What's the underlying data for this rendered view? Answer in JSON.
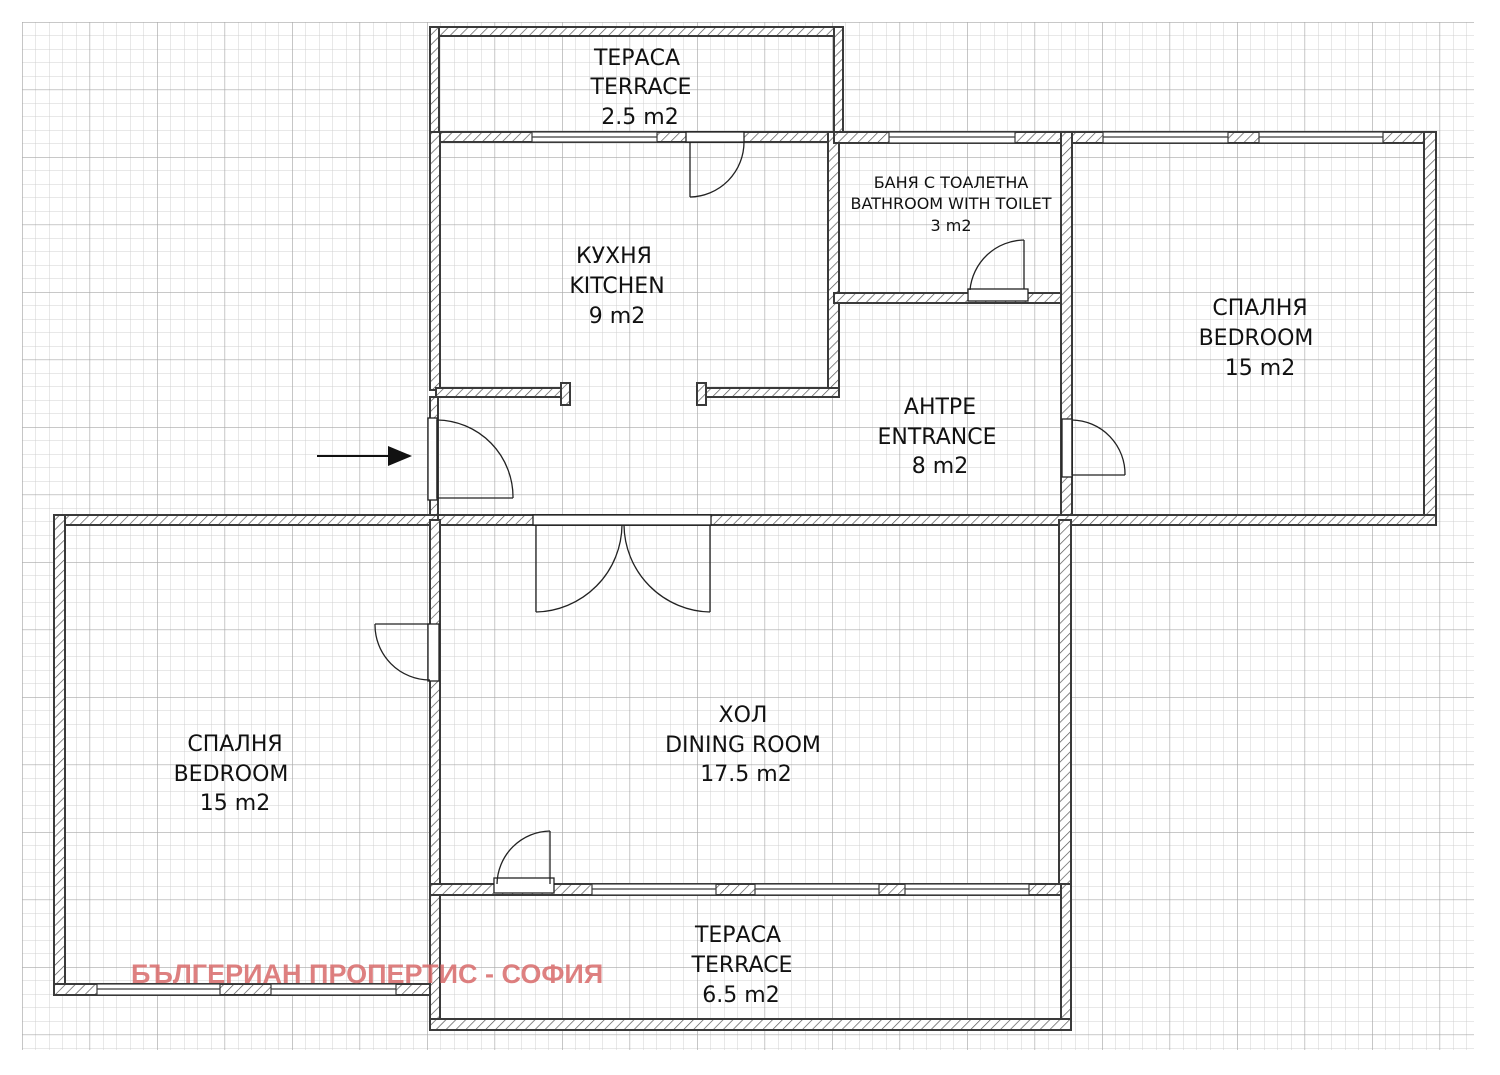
{
  "plan": {
    "rooms": {
      "terrace_top": {
        "bg": "ТЕРАСА",
        "en": "TERRACE",
        "area": "2.5 m2"
      },
      "kitchen": {
        "bg": "КУХНЯ",
        "en": "KITCHEN",
        "area": "9 m2"
      },
      "bathroom": {
        "bg": "БАНЯ С ТОАЛЕТНА",
        "en": "BATHROOM WITH TOILET",
        "area": "3 m2"
      },
      "bedroom_right": {
        "bg": "СПАЛНЯ",
        "en": "BEDROOM",
        "area": "15 m2"
      },
      "entrance": {
        "bg": "АНТРЕ",
        "en": "ENTRANCE",
        "area": "8 m2"
      },
      "dining": {
        "bg": "ХОЛ",
        "en": "DINING ROOM",
        "area": "17.5 m2"
      },
      "bedroom_left": {
        "bg": "СПАЛНЯ",
        "en": "BEDROOM",
        "area": "15 m2"
      },
      "terrace_bottom": {
        "bg": "ТЕРАСА",
        "en": "TERRACE",
        "area": "6.5 m2"
      }
    },
    "watermark": "БЪЛГЕРИАН ПРОПЕРТИС - СОФИЯ",
    "colors": {
      "grid_minor": "#d0d0d0",
      "grid_major": "#a8a8a8",
      "wall": "#3a3a3a",
      "watermark": "#d86a6a"
    }
  }
}
